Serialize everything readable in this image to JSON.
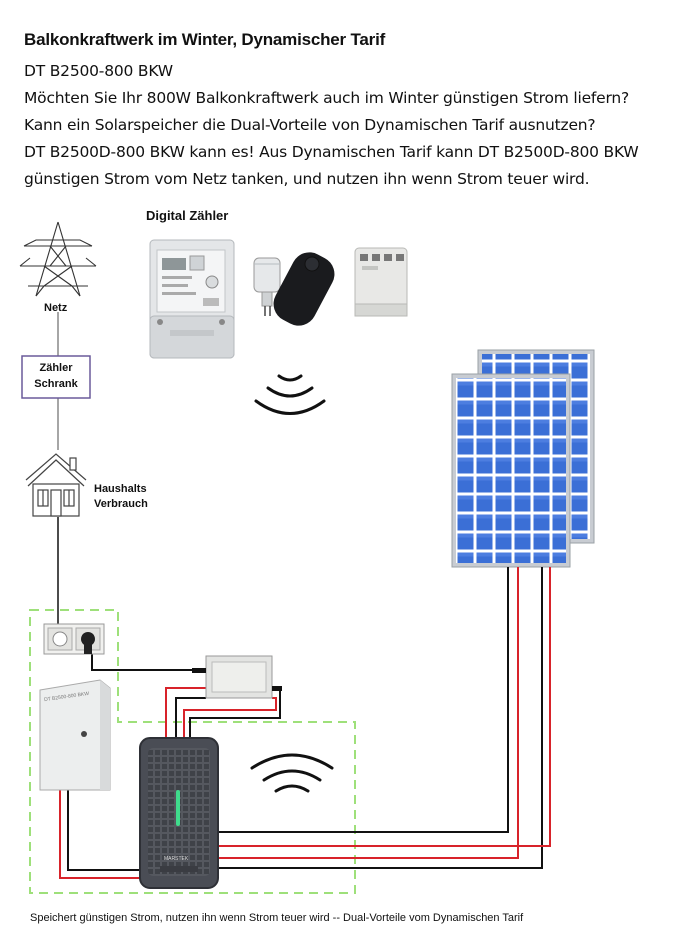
{
  "header": {
    "title": "Balkonkraftwerk im Winter, Dynamischer Tarif",
    "lines": [
      "DT B2500-800 BKW",
      "Möchten Sie Ihr 800W Balkonkraftwerk auch im Winter günstigen Strom liefern?",
      "Kann ein Solarspeicher die Dual-Vorteile von Dynamischen Tarif ausnutzen?",
      "DT B2500D-800 BKW kann es! Aus Dynamischen Tarif kann DT B2500D-800 BKW",
      "günstigen Strom vom Netz tanken, und nutzen ihn wenn Strom teuer wird."
    ]
  },
  "labels": {
    "digital_meter": "Digital Zähler",
    "grid": "Netz",
    "meter_cabinet_line1": "Zähler",
    "meter_cabinet_line2": "Schrank",
    "household_line1": "Haushalts",
    "household_line2": "Verbrauch",
    "box_label": "DT B2500-800 BKW",
    "battery_brand": "MARSTEK"
  },
  "caption": "Speichert günstigen Strom, nutzen ihn wenn Strom teuer wird -- Dual-Vorteile vom Dynamischen Tarif",
  "colors": {
    "solar_cell": "#3b6fd6",
    "frame": "#c8ccd2",
    "dashed_box": "#9ee07a",
    "cable_red": "#d8232a",
    "cable_black": "#111111",
    "battery_body": "#4a4d55",
    "battery_led": "#3fdc8c"
  }
}
